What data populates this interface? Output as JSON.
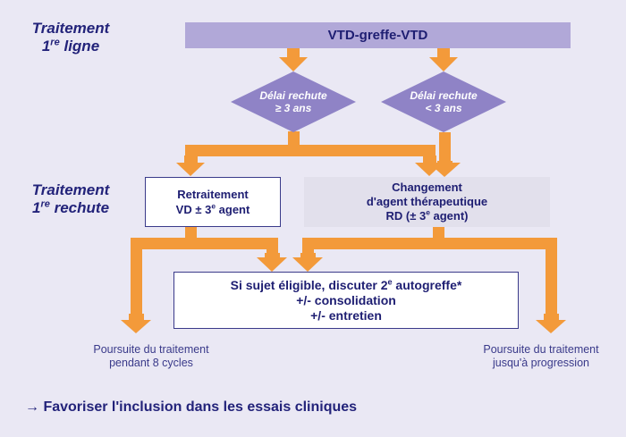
{
  "colors": {
    "arrow": "#f39a3a",
    "box_purple": "#b1a8d8",
    "diamond": "#8f83c6",
    "box_grey": "#e2e0ec",
    "text": "#1e1e72"
  },
  "labels": {
    "first_line": {
      "word": "Traitement",
      "num": "1",
      "sup": "re",
      "rest": " ligne"
    },
    "first_relapse": {
      "word": "Traitement",
      "num": "1",
      "sup": "re",
      "rest": " rechute"
    }
  },
  "top_box": "VTD-greffe-VTD",
  "diamonds": [
    {
      "line1": "Délai rechute",
      "line2": "≥ 3 ans"
    },
    {
      "line1": "Délai rechute",
      "line2": "< 3 ans"
    }
  ],
  "retreatment": {
    "line1": "Retraitement",
    "line2_pre": "VD ± 3",
    "line2_sup": "e",
    "line2_post": " agent"
  },
  "change": {
    "line1": "Changement",
    "line2": "d'agent thérapeutique",
    "line3_pre": "RD (± 3",
    "line3_sup": "e",
    "line3_post": " agent)"
  },
  "center": {
    "line1_pre": "Si sujet éligible, discuter 2",
    "line1_sup": "e",
    "line1_post": " autogreffe*",
    "line2": "+/- consolidation",
    "line3": "+/- entretien"
  },
  "outcomes": {
    "left": {
      "line1": "Poursuite du traitement",
      "line2": "pendant 8 cycles"
    },
    "right": {
      "line1": "Poursuite du traitement",
      "line2": "jusqu'à progression"
    }
  },
  "footer": "→ Favoriser l'inclusion dans les essais cliniques"
}
